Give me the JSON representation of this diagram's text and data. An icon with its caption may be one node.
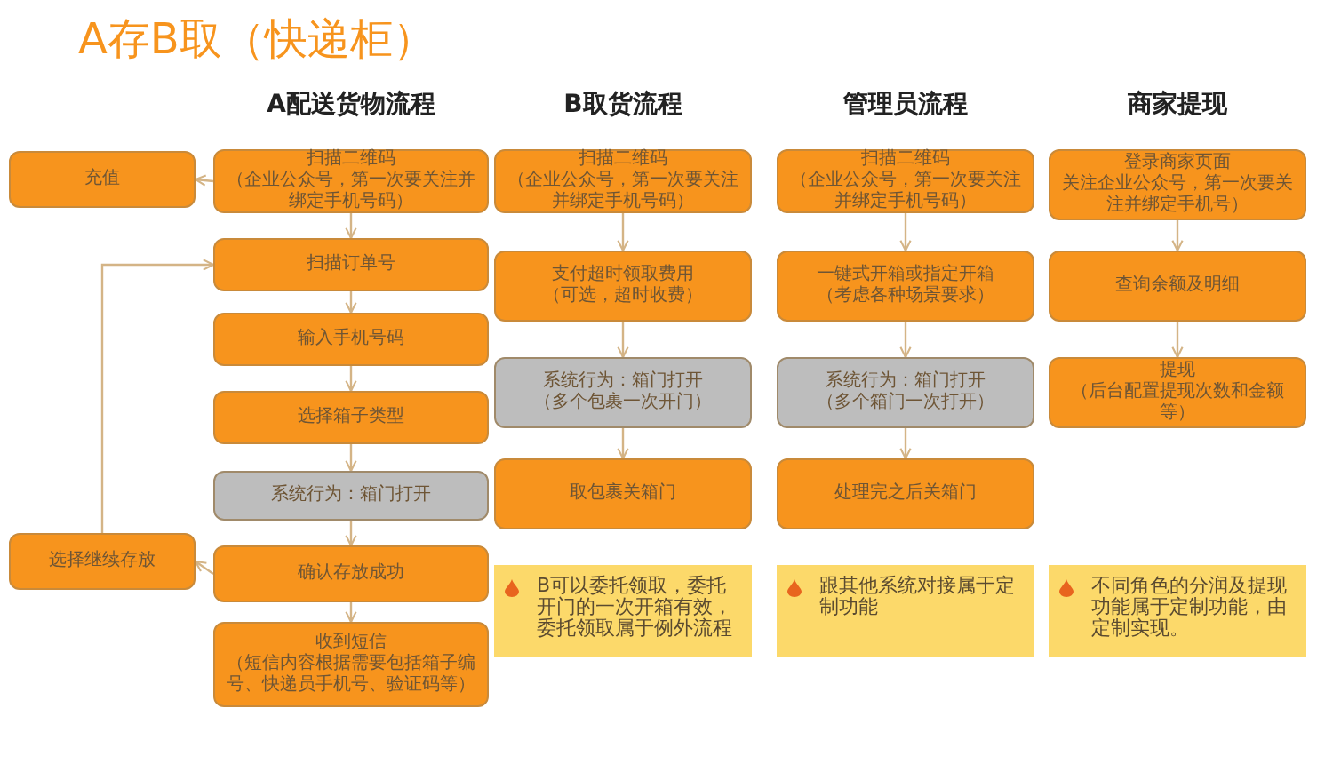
{
  "diagram": {
    "title": "A存B取（快递柜）",
    "nodes": [
      {
        "text": [
          "充值"
        ]
      },
      {
        "text": [
          "扫描二维码",
          "（企业公众号，第一次要关注并绑定手机号码）"
        ]
      },
      {
        "text": [
          "扫描订单号"
        ]
      },
      {
        "text": [
          "输入手机号码"
        ]
      },
      {
        "text": [
          "选择箱子类型"
        ]
      },
      {
        "text": [
          "系统行为：箱门打开"
        ]
      },
      {
        "text": [
          "确认存放成功"
        ]
      },
      {
        "text": [
          "收到短信",
          "（短信内容根据需要包括箱子编号、快递员手机号、验证码等）"
        ]
      },
      {
        "text": [
          "选择继续存放"
        ]
      },
      {
        "text": [
          "扫描二维码",
          "（企业公众号，第一次要关注并绑定手机号码）"
        ]
      },
      {
        "text": [
          "支付超时领取费用",
          "（可选，超时收费）"
        ]
      },
      {
        "text": [
          "系统行为：箱门打开",
          "（多个包裹一次开门）"
        ]
      },
      {
        "text": [
          "取包裹关箱门"
        ]
      },
      {
        "text": [
          "扫描二维码",
          "（企业公众号，第一次要关注并绑定手机号码）"
        ]
      },
      {
        "text": [
          "一键式开箱或指定开箱",
          "（考虑各种场景要求）"
        ]
      },
      {
        "text": [
          "系统行为：箱门打开",
          "（多个箱门一次打开）"
        ]
      },
      {
        "text": [
          "处理完之后关箱门"
        ]
      },
      {
        "text": [
          "登录商家页面",
          "关注企业公众号，第一次要关注并绑定手机号）"
        ]
      },
      {
        "text": [
          "查询余额及明细"
        ]
      },
      {
        "text": [
          "提现",
          "（后台配置提现次数和金额等）"
        ]
      },
      {
        "text": [
          "B可以委托领取，委托开门的一次开箱有效，委托领取属于例外流程"
        ]
      },
      {
        "text": [
          "跟其他系统对接属于定制功能"
        ]
      },
      {
        "text": [
          "不同角色的分润及提现功能属于定制功能，由定制实现。"
        ]
      }
    ],
    "edges": [
      {
        "from": 1,
        "to": 0,
        "arrow": "to"
      },
      {
        "from": 1,
        "to": 2,
        "arrow": "to"
      },
      {
        "from": 2,
        "to": 3,
        "arrow": "to"
      },
      {
        "from": 3,
        "to": 4,
        "arrow": "to"
      },
      {
        "from": 4,
        "to": 5,
        "arrow": "to"
      },
      {
        "from": 5,
        "to": 6,
        "arrow": "to"
      },
      {
        "from": 6,
        "to": 7,
        "arrow": "to"
      },
      {
        "from": 6,
        "to": 8,
        "arrow": "to"
      },
      {
        "from": 8,
        "to": 2,
        "arrow": "to"
      },
      {
        "from": 9,
        "to": 10,
        "arrow": "to"
      },
      {
        "from": 10,
        "to": 11,
        "arrow": "to"
      },
      {
        "from": 11,
        "to": 12,
        "arrow": "to"
      },
      {
        "from": 13,
        "to": 14,
        "arrow": "to"
      },
      {
        "from": 14,
        "to": 15,
        "arrow": "to"
      },
      {
        "from": 15,
        "to": 16,
        "arrow": "to"
      },
      {
        "from": 17,
        "to": 18,
        "arrow": "to"
      },
      {
        "from": 18,
        "to": 19,
        "arrow": "to"
      }
    ],
    "labels": [
      "A配送货物流程",
      "B取货流程",
      "管理员流程",
      "商家提现"
    ]
  }
}
